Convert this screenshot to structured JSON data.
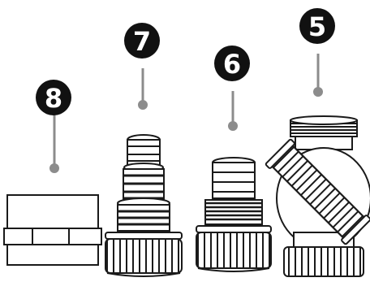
{
  "diagram": {
    "callouts": [
      {
        "id": "part-8",
        "number": "8"
      },
      {
        "id": "part-7",
        "number": "7"
      },
      {
        "id": "part-6",
        "number": "6"
      },
      {
        "id": "part-5",
        "number": "5"
      }
    ]
  },
  "colors": {
    "ink": "#1a1a1a",
    "badge": "#111111",
    "leader": "#8c8c8c",
    "fill": "#ffffff"
  }
}
